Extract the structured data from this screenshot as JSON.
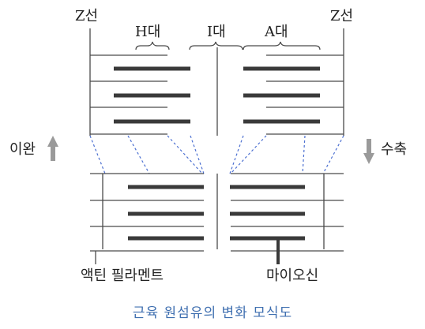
{
  "labels": {
    "z_left": "Z선",
    "z_right": "Z선",
    "h_band": "H대",
    "i_band": "I대",
    "a_band": "A대",
    "relax": "이완",
    "contract": "수축",
    "actin": "액틴 필라멘트",
    "myosin": "마이오신"
  },
  "caption": "근육 원섬유의 변화 모식도",
  "colors": {
    "line": "#4a4a4a",
    "thick_filament": "#3a3a3a",
    "dashed_guide": "#4b6fd1",
    "arrow": "#9a9a9a",
    "caption": "#3f6fb0"
  }
}
